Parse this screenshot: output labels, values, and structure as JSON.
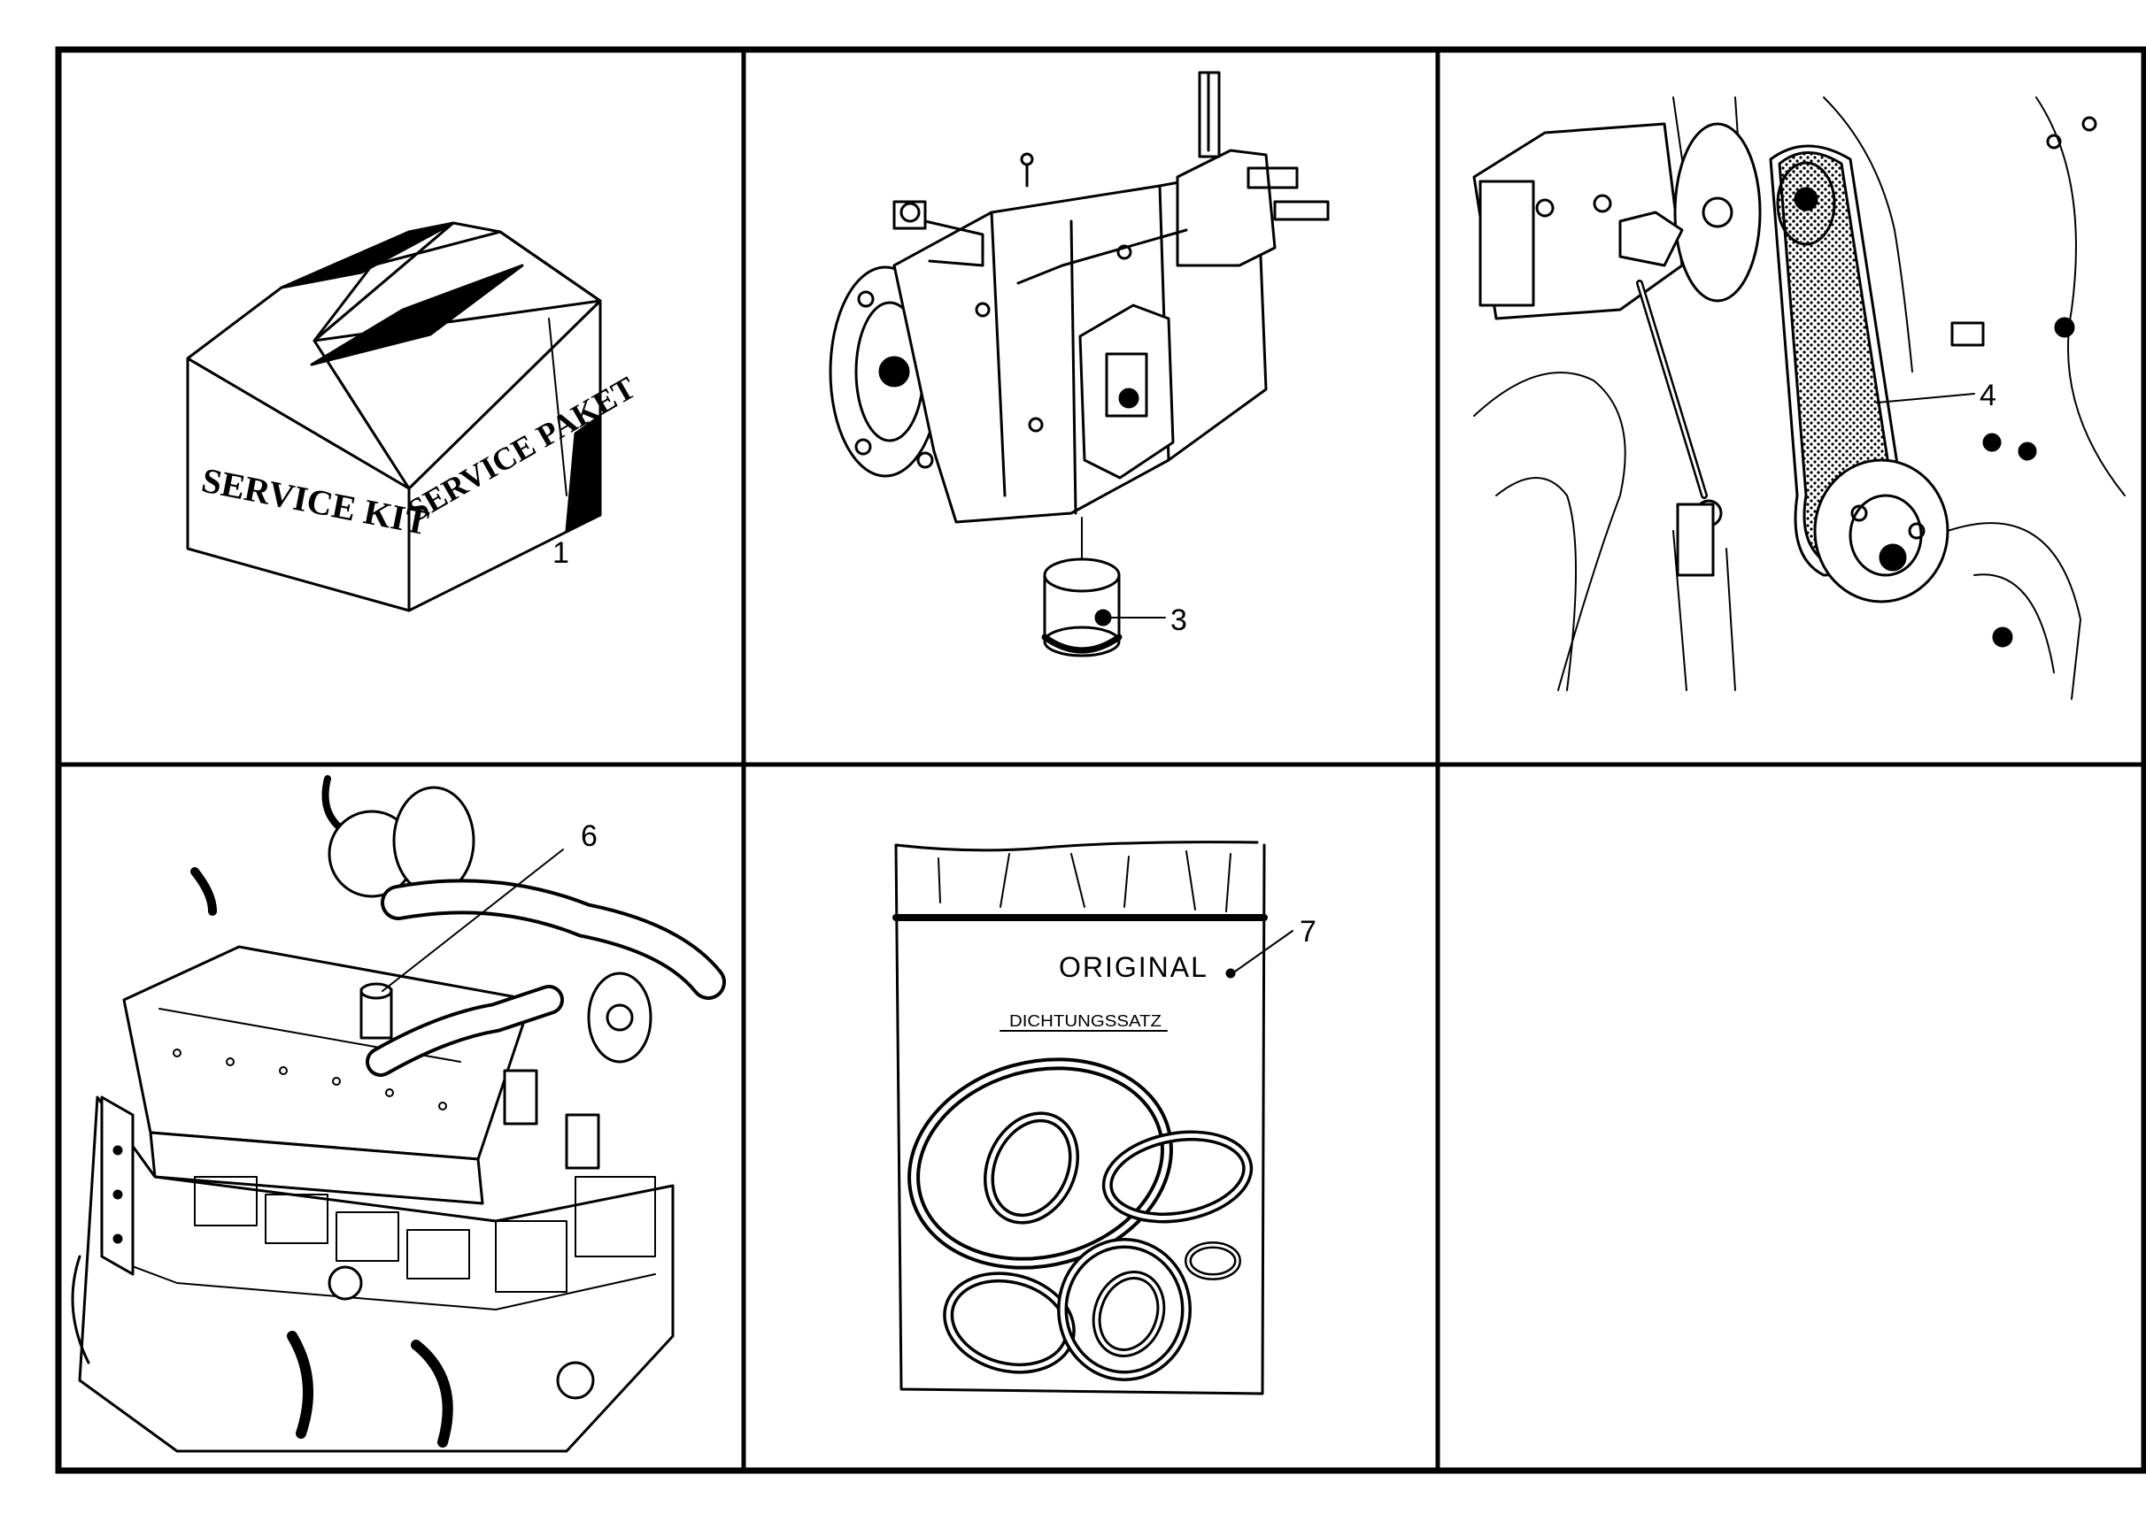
{
  "panels": {
    "service_kit": {
      "box_front_text": "SERVICE KIT",
      "box_side_text": "SERVICE PAKET",
      "callout": "1"
    },
    "fuel_pump": {
      "callout": "3"
    },
    "belt_drive": {
      "callout": "4"
    },
    "engine": {
      "callout": "6"
    },
    "gasket_bag": {
      "title": "ORIGINAL",
      "subtitle": "DICHTUNGSSATZ",
      "callout": "7"
    },
    "empty": {}
  },
  "colors": {
    "ink": "#000000",
    "paper": "#ffffff",
    "shade": "#b8b8b8"
  }
}
